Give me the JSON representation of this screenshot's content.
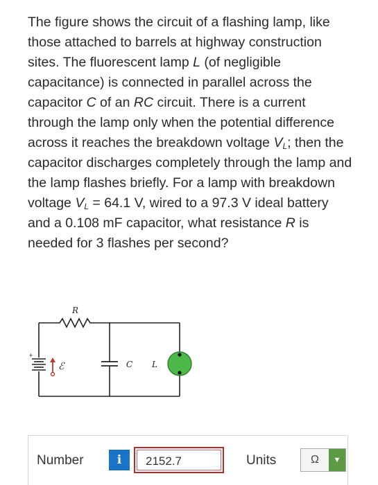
{
  "problem": {
    "p1": "The figure shows the circuit of a flashing lamp, like those attached to barrels at highway construction sites. The fluorescent lamp ",
    "lamp_symbol": "L",
    "p2": " (of negligible capacitance) is connected in parallel across the capacitor ",
    "cap_symbol": "C",
    "p3": " of an ",
    "rc_symbol": "RC",
    "p4": " circuit. There is a current through the lamp only when the potential difference across it reaches the breakdown voltage ",
    "v_symbol": "V",
    "v_sub": "L",
    "p5": "; then the capacitor discharges completely through the lamp and the lamp flashes briefly. For a lamp with breakdown voltage ",
    "v_symbol2": "V",
    "v_sub2": "L",
    "p6": " = 64.1 V, wired to a 97.3 V ideal battery and a 0.108 mF capacitor, what resistance ",
    "r_symbol": "R",
    "p7": " is needed for 3 flashes per second?"
  },
  "figure": {
    "label_R": "R",
    "label_emf": "ℰ",
    "label_C": "C",
    "label_L": "L",
    "label_plus": "+"
  },
  "answer": {
    "number_label": "Number",
    "info_icon": "i",
    "value": "2152.7",
    "units_label": "Units",
    "unit_selected": "Ω"
  },
  "colors": {
    "info_button": "#1a73c9",
    "input_border": "#b22a2a",
    "select_arrow": "#5c9a43",
    "lamp_fill": "#4cb848"
  }
}
